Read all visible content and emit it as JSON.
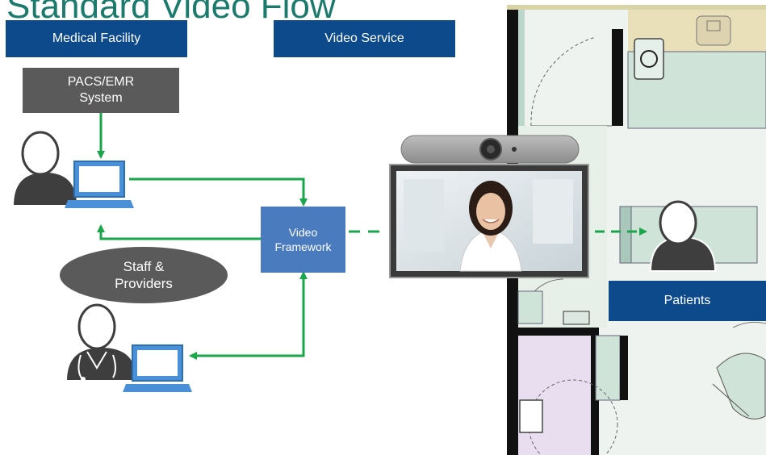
{
  "title": "Standard Video Flow",
  "labels": {
    "medical_facility": "Medical Facility",
    "video_service": "Video Service",
    "pacs_emr": "PACS/EMR\nSystem",
    "video_framework": "Video\nFramework",
    "staff_providers": "Staff &\nProviders",
    "patients": "Patients"
  },
  "colors": {
    "title": "#1a7a6b",
    "header_blue": "#0c4a8c",
    "framework_blue": "#4a7bbf",
    "gray": "#5a5a5a",
    "arrow_green": "#1aa64a",
    "laptop_blue": "#4a90d9"
  }
}
